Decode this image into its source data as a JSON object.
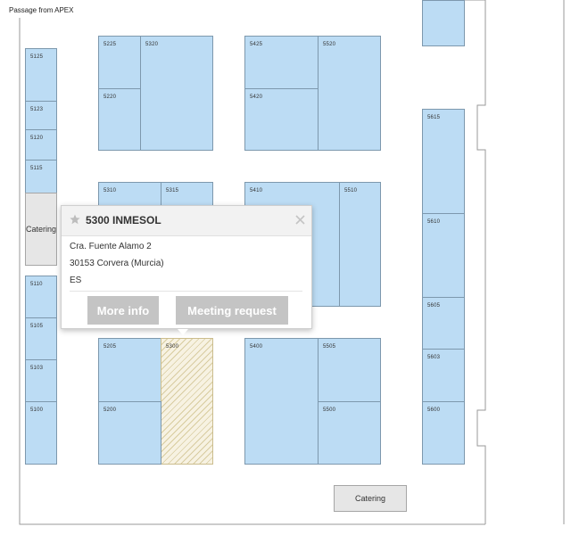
{
  "map": {
    "passage_label": "Passage from APEX",
    "catering_left_label": "Catering",
    "catering_bottom_label": "Catering",
    "booths": {
      "b5125": "5125",
      "b5123": "5123",
      "b5120": "5120",
      "b5115": "5115",
      "b5110": "5110",
      "b5105": "5105",
      "b5103": "5103",
      "b5100": "5100",
      "b5225": "5225",
      "b5320": "5320",
      "b5220": "5220",
      "b5310": "5310",
      "b5315": "5315",
      "b5205": "5205",
      "b5300": "5300",
      "b5200": "5200",
      "b5425": "5425",
      "b5520": "5520",
      "b5420": "5420",
      "b5410": "5410",
      "b5510": "5510",
      "b5400": "5400",
      "b5505": "5505",
      "b5500": "5500",
      "b5615": "5615",
      "b5610": "5610",
      "b5605": "5605",
      "b5603": "5603",
      "b5600": "5600"
    },
    "selected_booth": "5300",
    "colors": {
      "booth_fill": "#bcdcf4",
      "booth_border": "#7d98ad",
      "selected_fill": "#f7f2e2",
      "catering_fill": "#e6e6e6",
      "button_fill": "#c4c4c4"
    }
  },
  "popup": {
    "title": "5300 INMESOL",
    "address_line1": "Cra. Fuente Alamo 2",
    "address_line2": "30153 Corvera (Murcia)",
    "country": "ES",
    "more_info_label": "More info",
    "meeting_request_label": "Meeting request",
    "star_icon": "star-icon",
    "close_icon": "close-icon"
  }
}
